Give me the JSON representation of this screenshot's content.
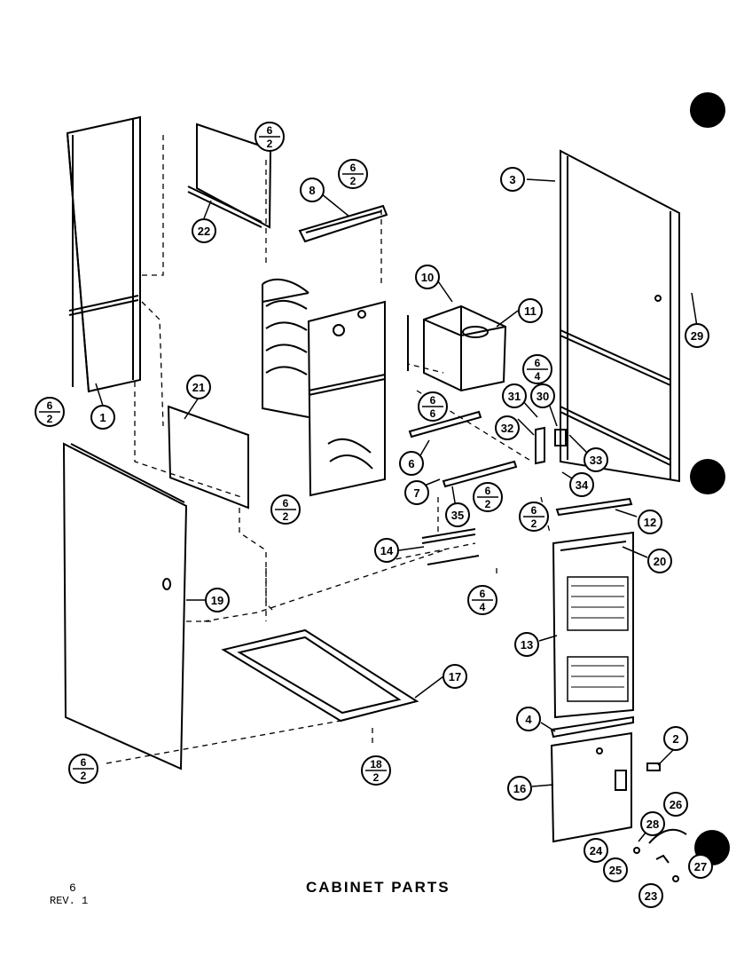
{
  "caption": "CABINET PARTS",
  "page_number": "6",
  "revision": "REV. 1",
  "callouts": [
    {
      "id": "c1",
      "text": "1"
    },
    {
      "id": "c2",
      "text": "2"
    },
    {
      "id": "c3",
      "text": "3"
    },
    {
      "id": "c4",
      "text": "4"
    },
    {
      "id": "c6",
      "text": "6"
    },
    {
      "id": "c7",
      "text": "7"
    },
    {
      "id": "c8",
      "text": "8"
    },
    {
      "id": "c10",
      "text": "10"
    },
    {
      "id": "c11",
      "text": "11"
    },
    {
      "id": "c12",
      "text": "12"
    },
    {
      "id": "c13",
      "text": "13"
    },
    {
      "id": "c14",
      "text": "14"
    },
    {
      "id": "c16",
      "text": "16"
    },
    {
      "id": "c17",
      "text": "17"
    },
    {
      "id": "c19",
      "text": "19"
    },
    {
      "id": "c20",
      "text": "20"
    },
    {
      "id": "c21",
      "text": "21"
    },
    {
      "id": "c22",
      "text": "22"
    },
    {
      "id": "c23",
      "text": "23"
    },
    {
      "id": "c24",
      "text": "24"
    },
    {
      "id": "c25",
      "text": "25"
    },
    {
      "id": "c26",
      "text": "26"
    },
    {
      "id": "c27",
      "text": "27"
    },
    {
      "id": "c28",
      "text": "28"
    },
    {
      "id": "c29",
      "text": "29"
    },
    {
      "id": "c30",
      "text": "30"
    },
    {
      "id": "c31",
      "text": "31"
    },
    {
      "id": "c32",
      "text": "32"
    },
    {
      "id": "c33",
      "text": "33"
    },
    {
      "id": "c34",
      "text": "34"
    },
    {
      "id": "c35",
      "text": "35"
    }
  ],
  "fraction_callouts": [
    {
      "id": "f1",
      "num": "6",
      "den": "2"
    },
    {
      "id": "f2",
      "num": "6",
      "den": "2"
    },
    {
      "id": "f3",
      "num": "6",
      "den": "2"
    },
    {
      "id": "f4",
      "num": "6",
      "den": "4"
    },
    {
      "id": "f5",
      "num": "6",
      "den": "6"
    },
    {
      "id": "f6",
      "num": "6",
      "den": "2"
    },
    {
      "id": "f7",
      "num": "6",
      "den": "2"
    },
    {
      "id": "f8",
      "num": "6",
      "den": "2"
    },
    {
      "id": "f9",
      "num": "6",
      "den": "4"
    },
    {
      "id": "f10",
      "num": "6",
      "den": "2"
    },
    {
      "id": "f11",
      "num": "18",
      "den": "2"
    }
  ]
}
